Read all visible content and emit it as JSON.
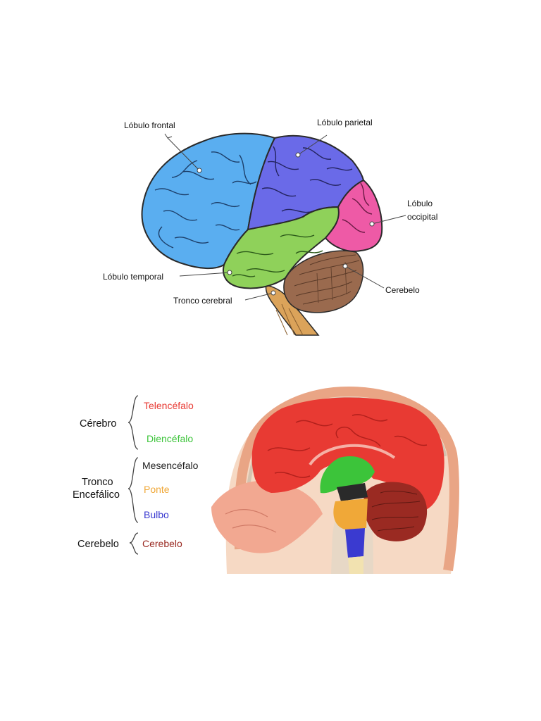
{
  "figure1": {
    "labels": {
      "frontal": "Lóbulo frontal",
      "parietal": "Lóbulo parietal",
      "occipital_line1": "Lóbulo",
      "occipital_line2": "occipital",
      "temporal": "Lóbulo temporal",
      "brainstem": "Tronco cerebral",
      "cerebellum": "Cerebelo"
    },
    "colors": {
      "frontal": "#5aaef0",
      "parietal": "#6a6ae8",
      "occipital": "#ee5aa6",
      "temporal": "#8fd15a",
      "cerebellum": "#9a6a4e",
      "brainstem": "#dba35a"
    }
  },
  "figure2": {
    "groups": {
      "cerebro": "Cérebro",
      "tronco_line1": "Tronco",
      "tronco_line2": "Encefálico",
      "cerebelo": "Cerebelo"
    },
    "parts": {
      "telencefalo": "Telencéfalo",
      "diencefalo": "Diencéfalo",
      "mesencefalo": "Mesencéfalo",
      "ponte": "Ponte",
      "bulbo": "Bulbo",
      "cerebelo": "Cerebelo"
    },
    "colors": {
      "telencefalo": "#e83a33",
      "diencefalo": "#3cc43a",
      "mesencefalo": "#222222",
      "ponte": "#f0a838",
      "bulbo": "#3a3ad0",
      "cerebelo": "#9a2a22"
    }
  }
}
